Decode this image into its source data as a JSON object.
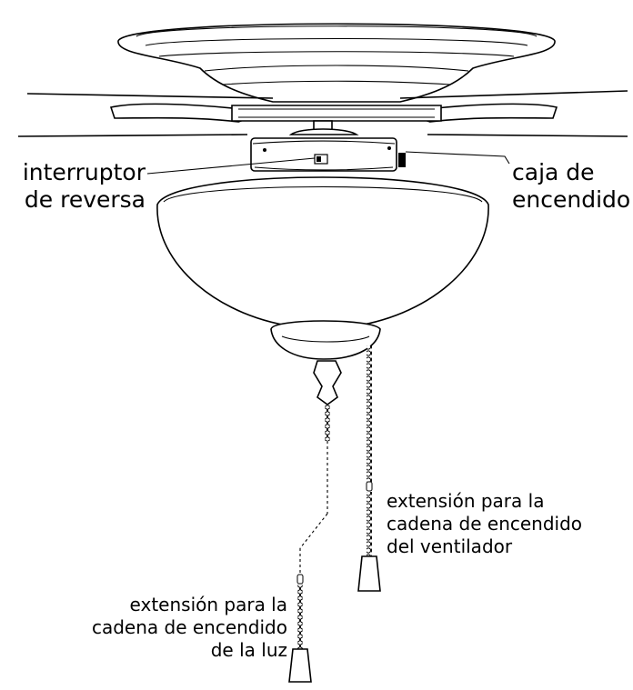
{
  "labels": {
    "reverse_switch": [
      "interruptor",
      "de reversa"
    ],
    "switch_housing": [
      "caja de",
      "encendido"
    ],
    "fan_chain": [
      "extensión para la",
      "cadena de encendido",
      "del ventilador"
    ],
    "light_chain": [
      "extensión para la",
      "cadena de encendido",
      "de la luz"
    ]
  }
}
